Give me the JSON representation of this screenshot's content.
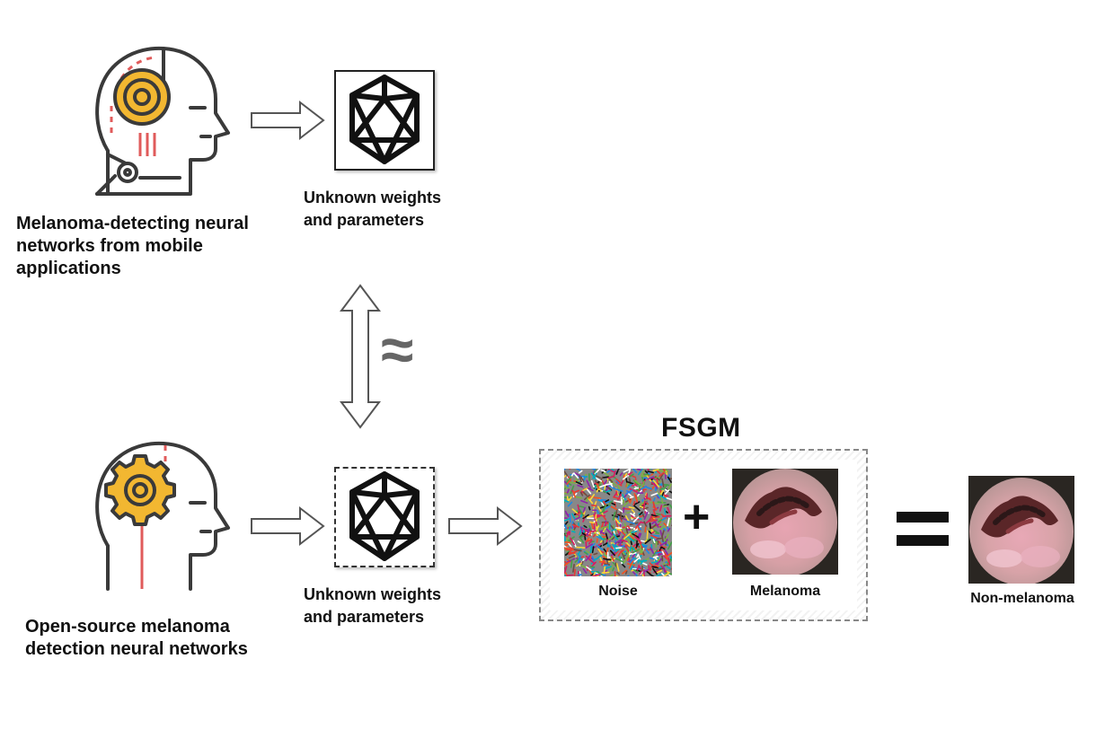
{
  "labels": {
    "mobile_networks": "Melanoma-detecting neural\nnetworks from mobile\napplications",
    "unknown_top": "Unknown weights\nand parameters",
    "unknown_bottom": "Unknown weights\nand parameters",
    "open_source": "Open-source melanoma\ndetection neural networks",
    "approx": "≈",
    "fsgm_title": "FSGM",
    "noise": "Noise",
    "melanoma": "Melanoma",
    "non_melanoma": "Non-melanoma",
    "plus": "+",
    "equals": "="
  },
  "colors": {
    "accent_yellow": "#f2b731",
    "accent_red": "#e05b5b",
    "outline": "#3a3a3a"
  },
  "icons": {
    "top_head": "robot-head-icon",
    "bottom_head": "gear-head-icon",
    "network": "polyhedron-network-icon"
  }
}
